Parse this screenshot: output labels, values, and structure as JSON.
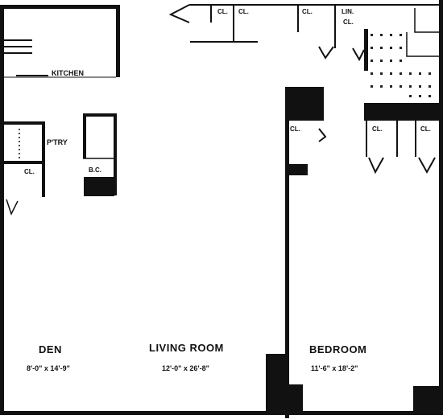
{
  "rooms": {
    "kitchen": {
      "name": "KITCHEN"
    },
    "pantry": {
      "name": "P'TRY"
    },
    "den": {
      "name": "DEN",
      "dimensions": "8'-0\" x 14'-9\""
    },
    "living_room": {
      "name": "LIVING ROOM",
      "dimensions": "12'-0\" x 26'-8\""
    },
    "bedroom": {
      "name": "BEDROOM",
      "dimensions": "11'-6\" x 18'-2\""
    }
  },
  "closets": {
    "cl1": "CL.",
    "cl2": "CL.",
    "cl3": "CL.",
    "lin_cl_line1": "LIN.",
    "lin_cl_line2": "CL.",
    "den_cl": "CL.",
    "bed_cl1": "CL.",
    "bed_cl2": "CL.",
    "bed_cl3": "CL.",
    "bath_closet": "B.C."
  },
  "colors": {
    "wall": "#111111",
    "background": "#ffffff"
  }
}
